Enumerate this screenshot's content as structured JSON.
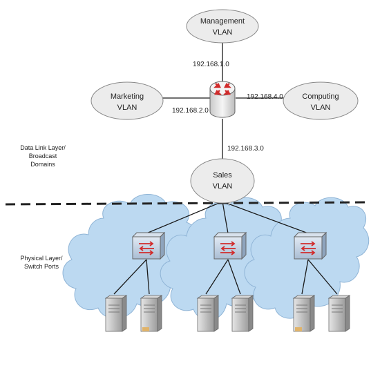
{
  "vlans": {
    "management": {
      "name": "Management",
      "suffix": "VLAN"
    },
    "marketing": {
      "name": "Marketing",
      "suffix": "VLAN"
    },
    "computing": {
      "name": "Computing",
      "suffix": "VLAN"
    },
    "sales": {
      "name": "Sales",
      "suffix": "VLAN"
    }
  },
  "subnets": {
    "management": "192.168.1.0",
    "marketing": "192.168.2.0",
    "computing": "192.168.4.0",
    "sales": "192.168.3.0"
  },
  "layers": {
    "data_link": [
      "Data Link Layer/",
      "Broadcast",
      "Domains"
    ],
    "physical": [
      "Physical Layer/",
      "Switch Ports"
    ]
  },
  "icons": {
    "router": "router-icon",
    "switch": "switch-icon",
    "server": "server-tower-icon",
    "cloud": "network-cloud-icon"
  },
  "colors": {
    "vlan_fill": "#ececec",
    "cloud_fill": "#bcd9f1",
    "router_arrow": "#d12b2b",
    "line": "#1a1a1a"
  }
}
